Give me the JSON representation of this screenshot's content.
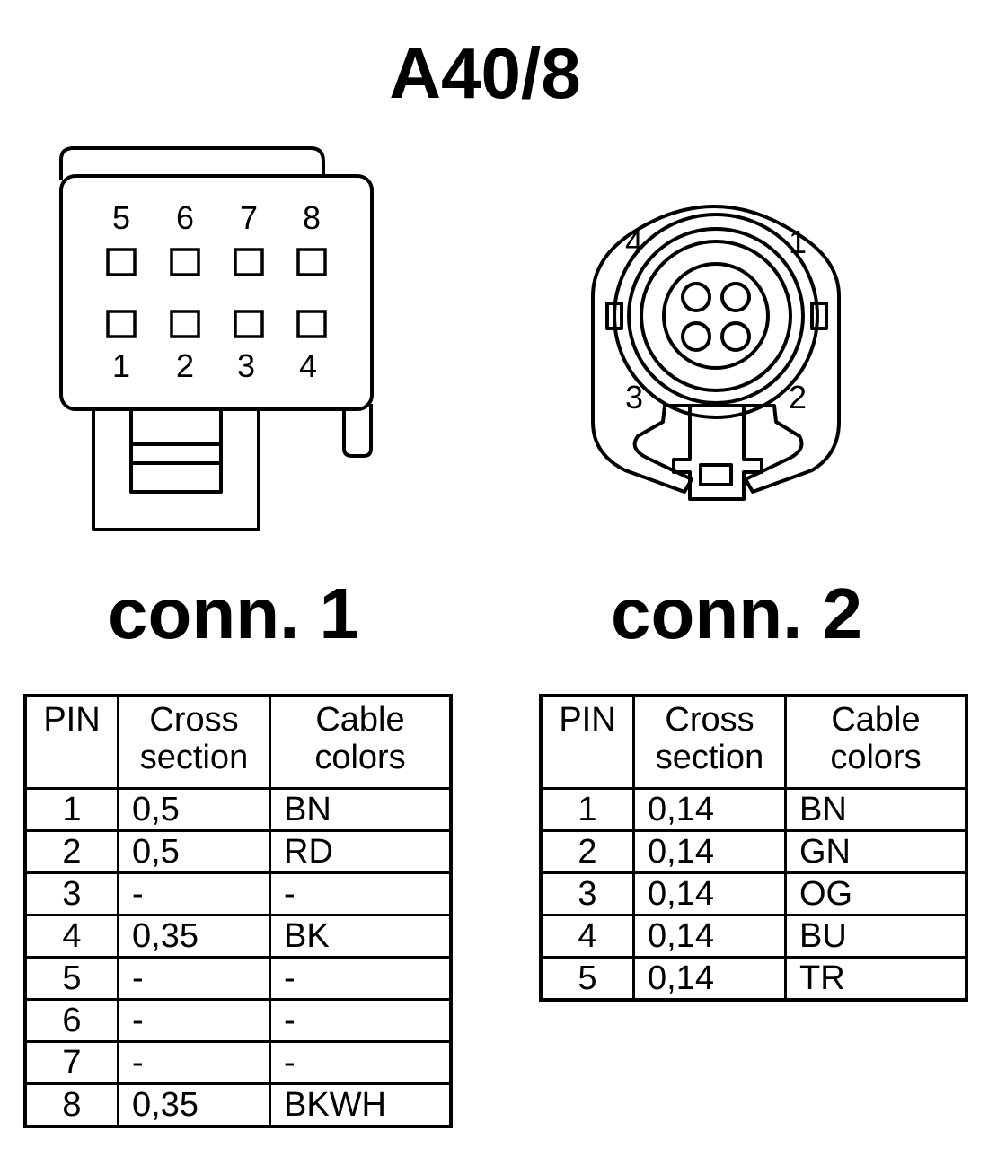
{
  "title": "A40/8",
  "conn1": {
    "label": "conn. 1",
    "pin_numbers_top": [
      "5",
      "6",
      "7",
      "8"
    ],
    "pin_numbers_bottom": [
      "1",
      "2",
      "3",
      "4"
    ]
  },
  "conn2": {
    "label": "conn. 2",
    "pin_numbers": {
      "p1": "1",
      "p2": "2",
      "p3": "3",
      "p4": "4"
    }
  },
  "table_headers": {
    "pin": "PIN",
    "cross_section": [
      "Cross",
      "section"
    ],
    "cable_colors": [
      "Cable",
      "colors"
    ]
  },
  "table1": {
    "rows": [
      {
        "pin": "1",
        "cross_section": "0,5",
        "color": "BN"
      },
      {
        "pin": "2",
        "cross_section": "0,5",
        "color": "RD"
      },
      {
        "pin": "3",
        "cross_section": "-",
        "color": "-"
      },
      {
        "pin": "4",
        "cross_section": "0,35",
        "color": "BK"
      },
      {
        "pin": "5",
        "cross_section": "-",
        "color": "-"
      },
      {
        "pin": "6",
        "cross_section": "-",
        "color": "-"
      },
      {
        "pin": "7",
        "cross_section": "-",
        "color": "-"
      },
      {
        "pin": "8",
        "cross_section": "0,35",
        "color": "BKWH"
      }
    ]
  },
  "table2": {
    "rows": [
      {
        "pin": "1",
        "cross_section": "0,14",
        "color": "BN"
      },
      {
        "pin": "2",
        "cross_section": "0,14",
        "color": "GN"
      },
      {
        "pin": "3",
        "cross_section": "0,14",
        "color": "OG"
      },
      {
        "pin": "4",
        "cross_section": "0,14",
        "color": "BU"
      },
      {
        "pin": "5",
        "cross_section": "0,14",
        "color": "TR"
      }
    ]
  }
}
